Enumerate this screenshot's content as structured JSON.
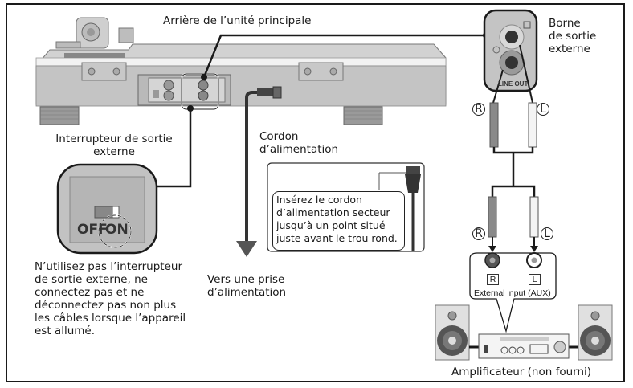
{
  "labels": {
    "rear_main_unit": "Arrière de l’unité principale",
    "output_terminal": "Borne\nde sortie\nexterne",
    "switch_label": "Interrupteur de sortie\nexterne",
    "power_cord": "Cordon\nd’alimentation",
    "power_note": "Insérez le cordon\nd’alimentation secteur\njusqu’à un point situé\njuste avant le trou rond.",
    "to_outlet": "Vers une prise\nd’alimentation",
    "warning": "N’utilisez pas l’interrupteur\nde sortie externe, ne\nconnectez pas et ne\ndéconnectez pas non plus\nles câbles lorsque l’appareil\nest allumé.",
    "amplifier": "Amplificateur (non fourni)",
    "external_input": "External input (AUX)"
  },
  "switch": {
    "off": "OFF",
    "on": "ON",
    "state": "ON"
  },
  "connectors": {
    "right_marker": "R",
    "left_marker": "L",
    "line_out": "LINE OUT",
    "jack_r": "R",
    "jack_l": "L"
  },
  "colors": {
    "line": "#1a1a1a",
    "device_fill": "#c8c8c8",
    "device_dark": "#8c8c8c",
    "panel_fill": "#b4b4b4",
    "arrow": "#555555"
  }
}
